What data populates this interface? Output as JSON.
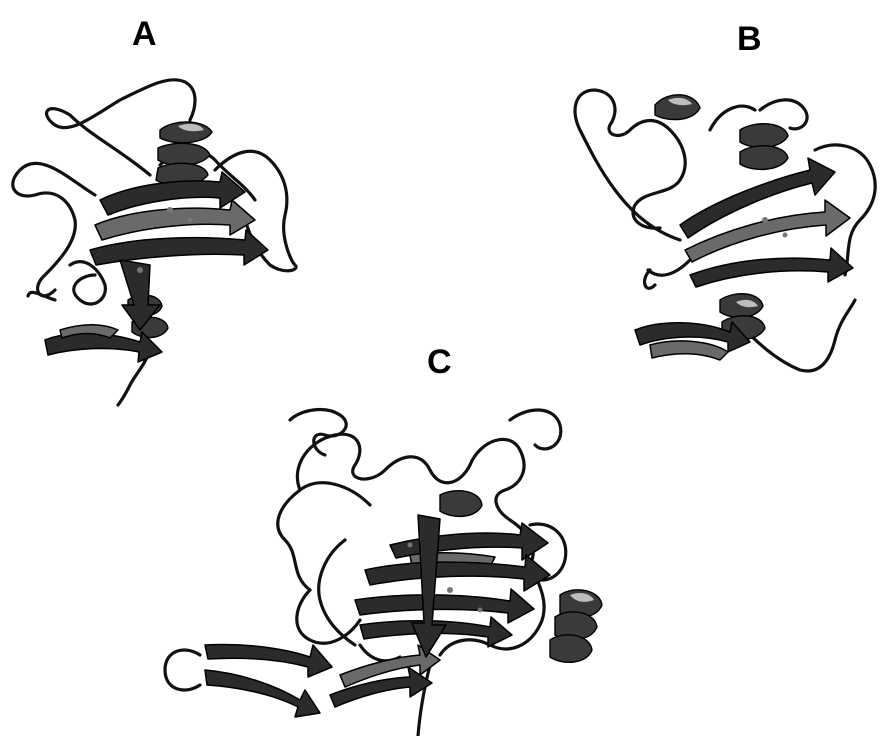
{
  "figure": {
    "panels": [
      {
        "id": "A",
        "label": "A"
      },
      {
        "id": "B",
        "label": "B"
      },
      {
        "id": "C",
        "label": "C"
      }
    ],
    "colors": {
      "background": "#ffffff",
      "ribbon_dark": "#2b2b2b",
      "ribbon_mid": "#6a6a6a",
      "highlight": "#bdbdbd"
    }
  }
}
